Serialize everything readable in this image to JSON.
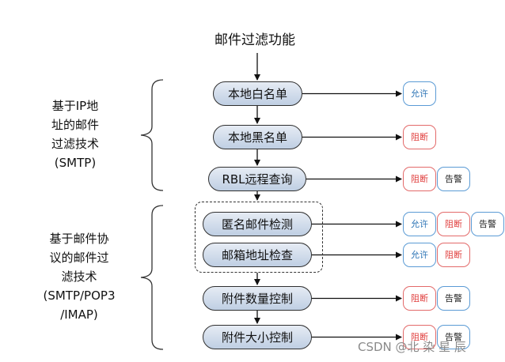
{
  "title": "邮件过滤功能",
  "groups": [
    {
      "lines": [
        "基于IP地",
        "址的邮件",
        "过滤技术",
        "(SMTP)"
      ]
    },
    {
      "lines": [
        "基于邮件协",
        "议的邮件过",
        "滤技术",
        "(SMTP/POP3",
        "/IMAP)"
      ]
    }
  ],
  "steps": [
    {
      "label": "本地白名单",
      "tags": [
        {
          "text": "允许",
          "kind": "allow"
        }
      ]
    },
    {
      "label": "本地黑名单",
      "tags": [
        {
          "text": "阻断",
          "kind": "block"
        }
      ]
    },
    {
      "label": "RBL远程查询",
      "tags": [
        {
          "text": "阻断",
          "kind": "block"
        },
        {
          "text": "告警",
          "kind": "warn"
        }
      ]
    },
    {
      "label": "匿名邮件检测",
      "tags": [
        {
          "text": "允许",
          "kind": "allow"
        },
        {
          "text": "阻断",
          "kind": "block"
        },
        {
          "text": "告警",
          "kind": "warn"
        }
      ]
    },
    {
      "label": "邮箱地址检查",
      "tags": [
        {
          "text": "允许",
          "kind": "allow"
        },
        {
          "text": "阻断",
          "kind": "block"
        }
      ]
    },
    {
      "label": "附件数量控制",
      "tags": [
        {
          "text": "阻断",
          "kind": "block"
        },
        {
          "text": "告警",
          "kind": "warn"
        }
      ]
    },
    {
      "label": "附件大小控制",
      "tags": [
        {
          "text": "阻断",
          "kind": "block"
        },
        {
          "text": "告警",
          "kind": "warn"
        }
      ]
    }
  ],
  "watermark": "CSDN @北 染 星 辰",
  "colors": {
    "allow": "#2e75b6",
    "block": "#e0403f",
    "line": "#111111"
  }
}
